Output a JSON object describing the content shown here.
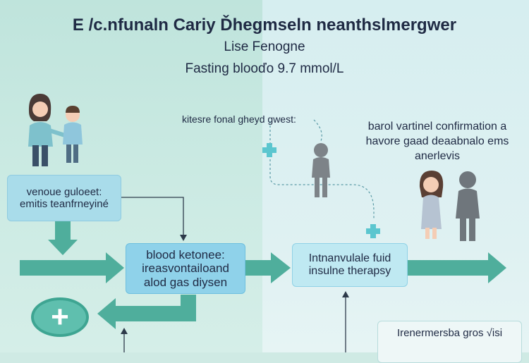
{
  "header": {
    "title": "E /c.nfunaln Cariy Ďhegmseln neanthslmergwer",
    "subtitle": "Lise Fenogne",
    "fasting": "Fasting blooďo  9.7 mmol/L"
  },
  "boxes": {
    "venous": {
      "line1": "venoue guloeet:",
      "line2": "emitis teanfrneyiné"
    },
    "ketone": {
      "line1": "blood ketonee:",
      "line2": "ireasvontailoand",
      "line3": "alod gas diysen"
    },
    "iv": {
      "line1": "Intnanvulale fuid",
      "line2": "insulne therapsy"
    },
    "bottom": {
      "line1": "Irenermersba gros √isi"
    }
  },
  "labels": {
    "mid": "kitesre fonal gheyd gwest:",
    "right": "barol  vartinel confirmation a havore gaad deaabnalo ems anerlevis"
  },
  "colors": {
    "accent_teal": "#3ea592",
    "arrow_teal": "#4fae9c",
    "box_blue": "#8fd2ea",
    "text_dark": "#1f2a44"
  },
  "icons": [
    "mother-child-illustration",
    "child-silhouette-icon",
    "children-illustration",
    "medical-cross-icon",
    "plus-badge-icon"
  ]
}
